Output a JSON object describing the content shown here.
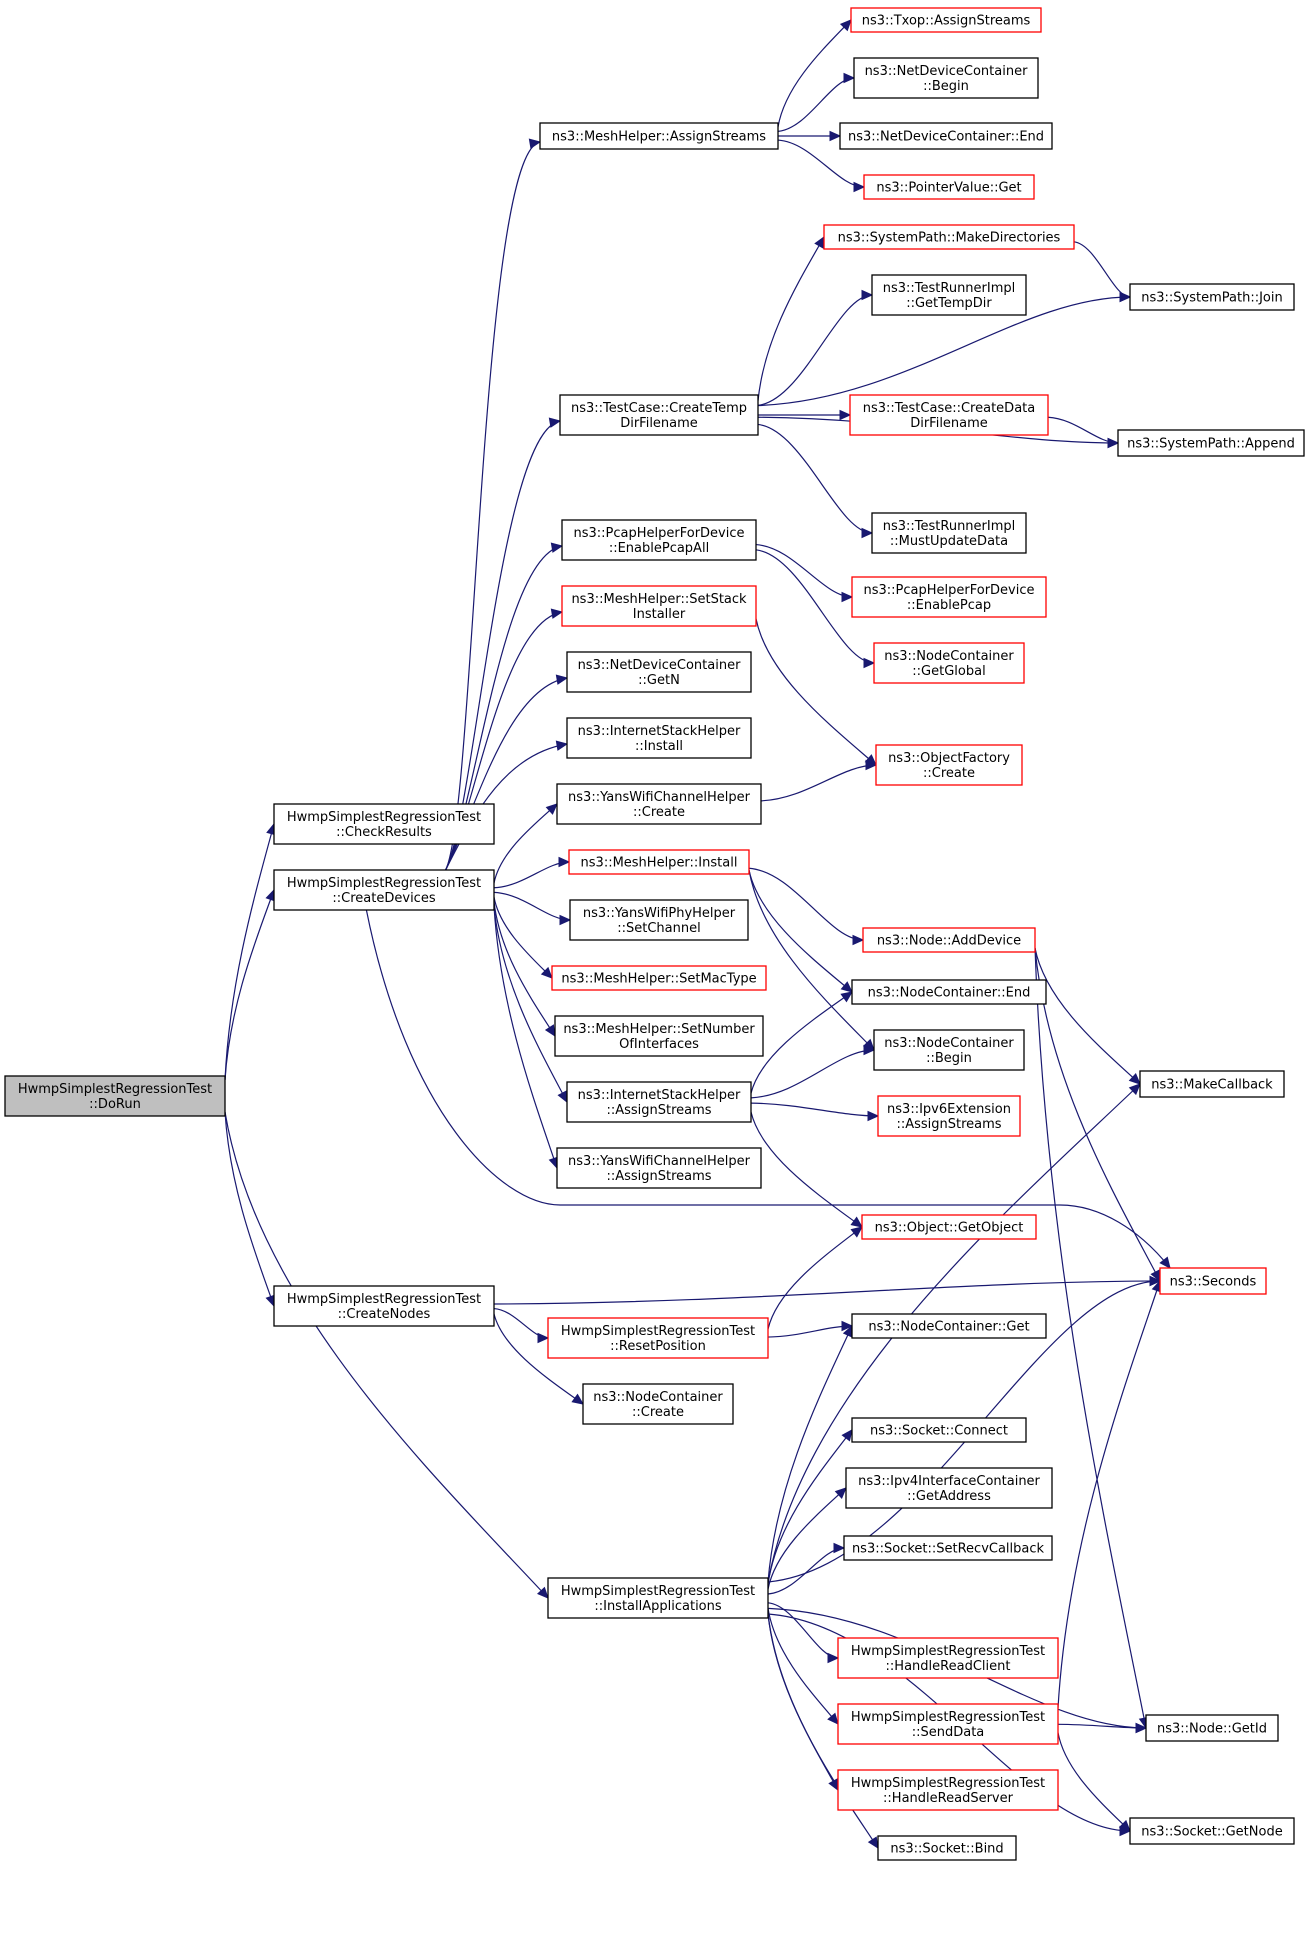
{
  "diagram": {
    "type": "call-graph",
    "edge_color": "#191970",
    "root_fill": "#bfbfbf",
    "red_border": "#ff0000",
    "nodes": [
      {
        "id": "dorun",
        "lines": [
          "HwmpSimplestRegressionTest",
          "::DoRun"
        ],
        "style": "root"
      },
      {
        "id": "checkresults",
        "lines": [
          "HwmpSimplestRegressionTest",
          "::CheckResults"
        ],
        "style": "black"
      },
      {
        "id": "createdevices",
        "lines": [
          "HwmpSimplestRegressionTest",
          "::CreateDevices"
        ],
        "style": "black"
      },
      {
        "id": "createnodes",
        "lines": [
          "HwmpSimplestRegressionTest",
          "::CreateNodes"
        ],
        "style": "black"
      },
      {
        "id": "installapps",
        "lines": [
          "HwmpSimplestRegressionTest",
          "::InstallApplications"
        ],
        "style": "black"
      },
      {
        "id": "mh_assignstreams",
        "lines": [
          "ns3::MeshHelper::AssignStreams"
        ],
        "style": "black"
      },
      {
        "id": "tc_createtempdir",
        "lines": [
          "ns3::TestCase::CreateTemp",
          "DirFilename"
        ],
        "style": "black"
      },
      {
        "id": "pcap_enableall",
        "lines": [
          "ns3::PcapHelperForDevice",
          "::EnablePcapAll"
        ],
        "style": "black"
      },
      {
        "id": "mh_setstack",
        "lines": [
          "ns3::MeshHelper::SetStack",
          "Installer"
        ],
        "style": "red"
      },
      {
        "id": "ndc_getn",
        "lines": [
          "ns3::NetDeviceContainer",
          "::GetN"
        ],
        "style": "black"
      },
      {
        "id": "ish_install",
        "lines": [
          "ns3::InternetStackHelper",
          "::Install"
        ],
        "style": "black"
      },
      {
        "id": "ywch_create",
        "lines": [
          "ns3::YansWifiChannelHelper",
          "::Create"
        ],
        "style": "black"
      },
      {
        "id": "mh_install",
        "lines": [
          "ns3::MeshHelper::Install"
        ],
        "style": "red"
      },
      {
        "id": "ywph_setchannel",
        "lines": [
          "ns3::YansWifiPhyHelper",
          "::SetChannel"
        ],
        "style": "black"
      },
      {
        "id": "mh_setmactype",
        "lines": [
          "ns3::MeshHelper::SetMacType"
        ],
        "style": "red"
      },
      {
        "id": "mh_setnumber",
        "lines": [
          "ns3::MeshHelper::SetNumber",
          "OfInterfaces"
        ],
        "style": "black"
      },
      {
        "id": "ish_assign",
        "lines": [
          "ns3::InternetStackHelper",
          "::AssignStreams"
        ],
        "style": "black"
      },
      {
        "id": "ywch_assign",
        "lines": [
          "ns3::YansWifiChannelHelper",
          "::AssignStreams"
        ],
        "style": "black"
      },
      {
        "id": "resetposition",
        "lines": [
          "HwmpSimplestRegressionTest",
          "::ResetPosition"
        ],
        "style": "red"
      },
      {
        "id": "nc_create",
        "lines": [
          "ns3::NodeContainer",
          "::Create"
        ],
        "style": "black"
      },
      {
        "id": "txop_assign",
        "lines": [
          "ns3::Txop::AssignStreams"
        ],
        "style": "red"
      },
      {
        "id": "ndc_begin",
        "lines": [
          "ns3::NetDeviceContainer",
          "::Begin"
        ],
        "style": "black"
      },
      {
        "id": "ndc_end",
        "lines": [
          "ns3::NetDeviceContainer::End"
        ],
        "style": "black"
      },
      {
        "id": "pv_get",
        "lines": [
          "ns3::PointerValue::Get"
        ],
        "style": "red"
      },
      {
        "id": "sp_makedirs",
        "lines": [
          "ns3::SystemPath::MakeDirectories"
        ],
        "style": "red"
      },
      {
        "id": "tri_gettempdir",
        "lines": [
          "ns3::TestRunnerImpl",
          "::GetTempDir"
        ],
        "style": "black"
      },
      {
        "id": "tc_createdata",
        "lines": [
          "ns3::TestCase::CreateData",
          "DirFilename"
        ],
        "style": "red"
      },
      {
        "id": "tri_mustupdate",
        "lines": [
          "ns3::TestRunnerImpl",
          "::MustUpdateData"
        ],
        "style": "black"
      },
      {
        "id": "pcap_enable",
        "lines": [
          "ns3::PcapHelperForDevice",
          "::EnablePcap"
        ],
        "style": "red"
      },
      {
        "id": "nc_getglobal",
        "lines": [
          "ns3::NodeContainer",
          "::GetGlobal"
        ],
        "style": "red"
      },
      {
        "id": "of_create",
        "lines": [
          "ns3::ObjectFactory",
          "::Create"
        ],
        "style": "red"
      },
      {
        "id": "node_adddevice",
        "lines": [
          "ns3::Node::AddDevice"
        ],
        "style": "red"
      },
      {
        "id": "nc_end",
        "lines": [
          "ns3::NodeContainer::End"
        ],
        "style": "black"
      },
      {
        "id": "nc_begin",
        "lines": [
          "ns3::NodeContainer",
          "::Begin"
        ],
        "style": "black"
      },
      {
        "id": "ipv6ext_assign",
        "lines": [
          "ns3::Ipv6Extension",
          "::AssignStreams"
        ],
        "style": "red"
      },
      {
        "id": "obj_getobject",
        "lines": [
          "ns3::Object::GetObject"
        ],
        "style": "red"
      },
      {
        "id": "nc_get",
        "lines": [
          "ns3::NodeContainer::Get"
        ],
        "style": "black"
      },
      {
        "id": "sock_connect",
        "lines": [
          "ns3::Socket::Connect"
        ],
        "style": "black"
      },
      {
        "id": "ipv4ic_getaddr",
        "lines": [
          "ns3::Ipv4InterfaceContainer",
          "::GetAddress"
        ],
        "style": "black"
      },
      {
        "id": "sock_setrecv",
        "lines": [
          "ns3::Socket::SetRecvCallback"
        ],
        "style": "black"
      },
      {
        "id": "handlereadclient",
        "lines": [
          "HwmpSimplestRegressionTest",
          "::HandleReadClient"
        ],
        "style": "red"
      },
      {
        "id": "senddata",
        "lines": [
          "HwmpSimplestRegressionTest",
          "::SendData"
        ],
        "style": "red"
      },
      {
        "id": "handlereadserver",
        "lines": [
          "HwmpSimplestRegressionTest",
          "::HandleReadServer"
        ],
        "style": "red"
      },
      {
        "id": "sock_bind",
        "lines": [
          "ns3::Socket::Bind"
        ],
        "style": "black"
      },
      {
        "id": "sp_join",
        "lines": [
          "ns3::SystemPath::Join"
        ],
        "style": "black"
      },
      {
        "id": "sp_append",
        "lines": [
          "ns3::SystemPath::Append"
        ],
        "style": "black"
      },
      {
        "id": "makecallback",
        "lines": [
          "ns3::MakeCallback"
        ],
        "style": "black"
      },
      {
        "id": "seconds",
        "lines": [
          "ns3::Seconds"
        ],
        "style": "red"
      },
      {
        "id": "node_getid",
        "lines": [
          "ns3::Node::GetId"
        ],
        "style": "black"
      },
      {
        "id": "sock_getnode",
        "lines": [
          "ns3::Socket::GetNode"
        ],
        "style": "black"
      }
    ]
  }
}
